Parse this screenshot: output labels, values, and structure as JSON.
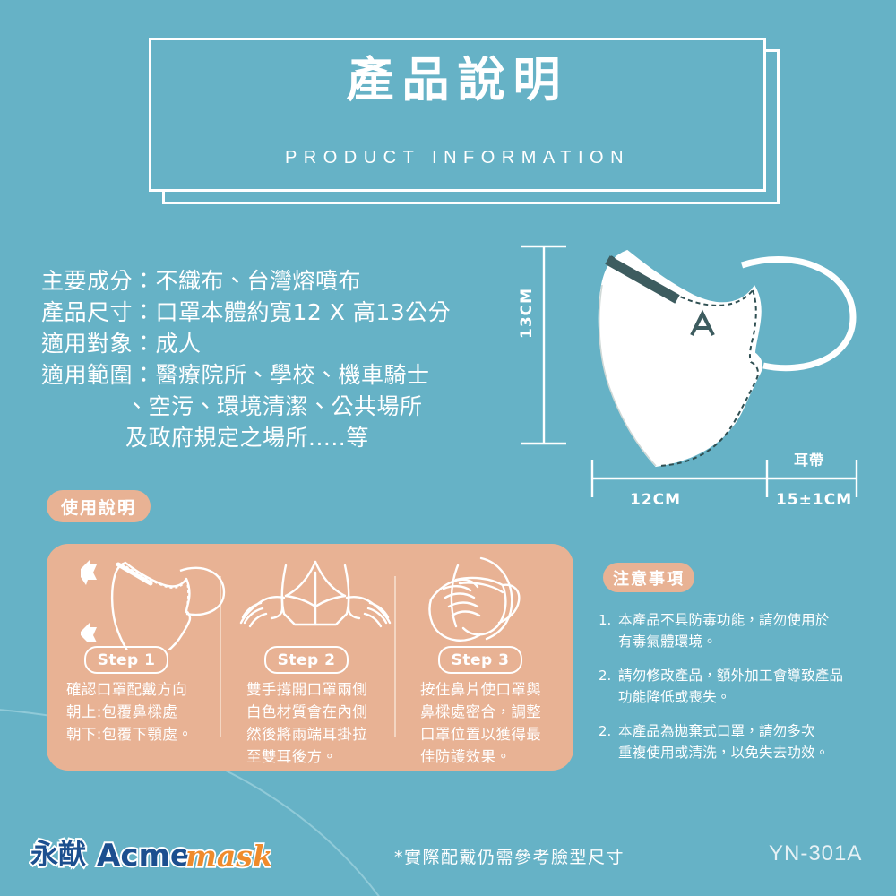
{
  "page": {
    "bg_color": "#66b2c6",
    "peach_color": "#e8b294",
    "white": "#ffffff"
  },
  "header": {
    "title": "產品說明",
    "subtitle": "PRODUCT  INFORMATION"
  },
  "spec": {
    "rows": [
      {
        "text": "主要成分：不織布、台灣熔噴布",
        "indent": false
      },
      {
        "text": "產品尺寸：口罩本體約寬12 X 高13公分",
        "indent": false
      },
      {
        "text": "適用對象：成人",
        "indent": false
      },
      {
        "text": "適用範圍：醫療院所、學校、機車騎士",
        "indent": false
      },
      {
        "text": "、空污、環境清潔、公共場所",
        "indent": true
      },
      {
        "text": "及政府規定之場所.....等",
        "indent": true
      }
    ]
  },
  "diagram": {
    "height_label": "13CM",
    "width_label": "12CM",
    "earloop_label": "15±1CM",
    "earloop_name": "耳帶",
    "mask_logo": "A"
  },
  "usage": {
    "badge": "使用說明",
    "steps": [
      {
        "chip": "Step 1",
        "icon": "mask-orientation-icon",
        "lines": [
          "確認口罩配戴方向",
          "朝上:包覆鼻樑處",
          "朝下:包覆下顎處。"
        ]
      },
      {
        "chip": "Step 2",
        "icon": "hands-stretch-mask-icon",
        "lines": [
          "雙手撐開口罩兩側",
          "白色材質會在內側",
          "然後將兩端耳掛拉",
          "至雙耳後方。"
        ]
      },
      {
        "chip": "Step 3",
        "icon": "press-nose-clip-icon",
        "lines": [
          "按住鼻片使口罩與",
          "鼻樑處密合，調整",
          "口罩位置以獲得最",
          "佳防護效果。"
        ]
      }
    ]
  },
  "notices": {
    "badge": "注意事項",
    "items": [
      {
        "num": "1.",
        "lines": [
          "本產品不具防毒功能，請勿使用於",
          "有毒氣體環境。"
        ]
      },
      {
        "num": "2.",
        "lines": [
          "請勿修改產品，額外加工會導致產品",
          "功能降低或喪失。"
        ]
      },
      {
        "num": "2.",
        "lines": [
          "本產品為拋棄式口罩，請勿多次",
          "重複使用或清洗，以免失去功效。"
        ]
      }
    ]
  },
  "footer": {
    "logo_cn": "永猷",
    "logo_en": "Acme",
    "logo_script": "mask",
    "note": "*實際配戴仍需參考臉型尺寸",
    "model": "YN-301A"
  }
}
